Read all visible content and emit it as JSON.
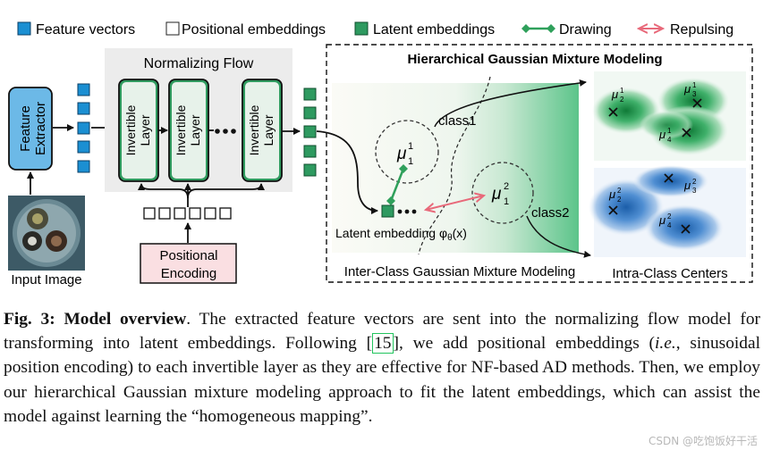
{
  "legend": {
    "feature_vectors": "Feature vectors",
    "positional_embeddings": "Positional embeddings",
    "latent_embeddings": "Latent embeddings",
    "drawing": "Drawing",
    "repulsing": "Repulsing"
  },
  "blocks": {
    "feature_extractor": [
      "Feature",
      "Extractor"
    ],
    "input_image": "Input Image",
    "normalizing_flow": "Normalizing Flow",
    "invertible_layer": [
      "Invertible",
      "Layer"
    ],
    "positional_encoding": [
      "Positional",
      "Encoding"
    ]
  },
  "hgmm": {
    "title": "Hierarchical Gaussian Mixture Modeling",
    "class1": "class1",
    "class2": "class2",
    "mu1_1": "μ",
    "mu1_2": "μ",
    "latent_label": "Latent embedding φ",
    "latent_label_suffix": "θ",
    "latent_label_arg": "(x)",
    "inter_class": "Inter-Class Gaussian Mixture Modeling",
    "intra_class": "Intra-Class Centers",
    "heat_top_labels": [
      "μ",
      "μ",
      "μ"
    ],
    "heat_bottom_labels": [
      "μ",
      "μ",
      "μ"
    ]
  },
  "caption": {
    "label": "Fig. 3:",
    "title": "Model overview",
    "text_before_cite": ". The extracted feature vectors are sent into the normalizing flow model for transforming into latent embeddings. Following [",
    "cite": "15",
    "text_after_cite": "], we add positional embeddings (",
    "ie": "i.e.",
    "text_rest": ", sinusoidal position encoding) to each invertible layer as they are effective for NF-based AD methods. Then, we employ our hierarchical Gaussian mixture modeling approach to fit the latent embeddings, which can assist the model against learning the “homogeneous mapping”."
  },
  "watermark": "CSDN @吃饱饭好干活",
  "colors": {
    "feature_blue": "#1b8fd2",
    "latent_green": "#2e9a60",
    "repulse_red": "#e8697a",
    "draw_green": "#2fa05b",
    "pos_enc_fill": "#fadfe2",
    "nf_bg": "#ececec",
    "layer_green": "#2f9b5f",
    "extractor_blue": "#6cb9e7"
  }
}
